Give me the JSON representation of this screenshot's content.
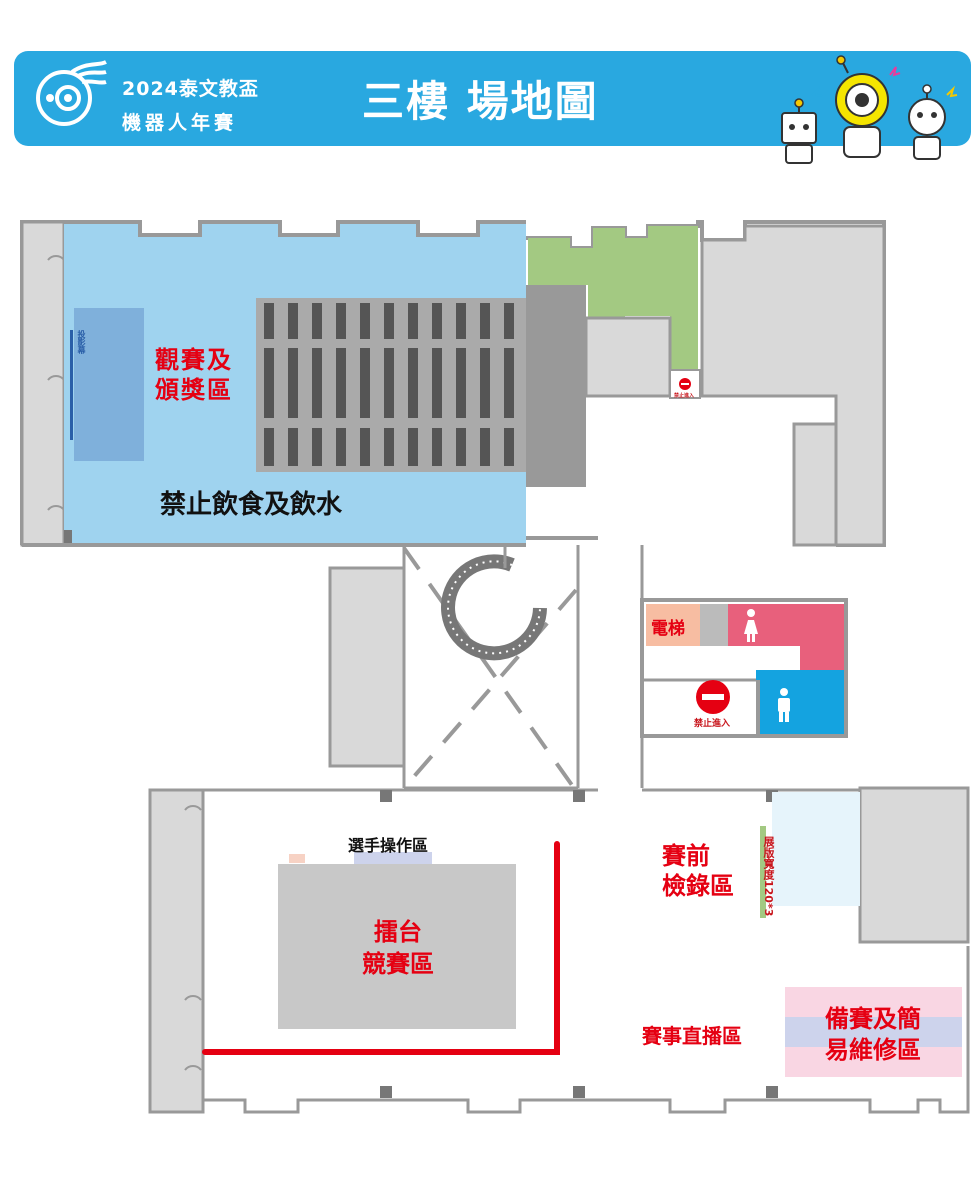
{
  "header": {
    "event_line1": "2024泰文教盃",
    "event_line2": "機器人年賽",
    "title": "三樓 場地圖"
  },
  "zones": {
    "viewing_line1": "觀賽及",
    "viewing_line2": "頒獎區",
    "no_food": "禁止飲食及飲水",
    "projector": "投影幕",
    "elevator": "電梯",
    "no_entry_small": "禁止進入",
    "no_entry_large": "禁止進入",
    "operator_area": "選手操作區",
    "arena_line1": "擂台",
    "arena_line2": "競賽區",
    "precheck_line1": "賽前",
    "precheck_line2": "檢錄區",
    "display_board": "展版寬度120*3",
    "livestream": "賽事直播區",
    "repair_line1": "備賽及簡",
    "repair_line2": "易維修區"
  },
  "colors": {
    "header_blue": "#29a8e0",
    "hall_blue": "#9fd3ef",
    "wall_gray": "#999999",
    "room_gray": "#d9d9d9",
    "green": "#a3c982",
    "label_red": "#e50012",
    "female_pink": "#e8607c",
    "male_blue": "#14a3e0",
    "elevator_peach": "#f7bda2",
    "repair_pink": "#f9d6e3",
    "repair_lavender": "#cdd3ec",
    "precheck_pale": "#e6f4fb",
    "arena_gray": "#c8c8c8"
  },
  "icons": [
    "logo-gear-icon",
    "robot-mascots-icon",
    "female-restroom-icon",
    "male-restroom-icon",
    "no-entry-icon"
  ]
}
